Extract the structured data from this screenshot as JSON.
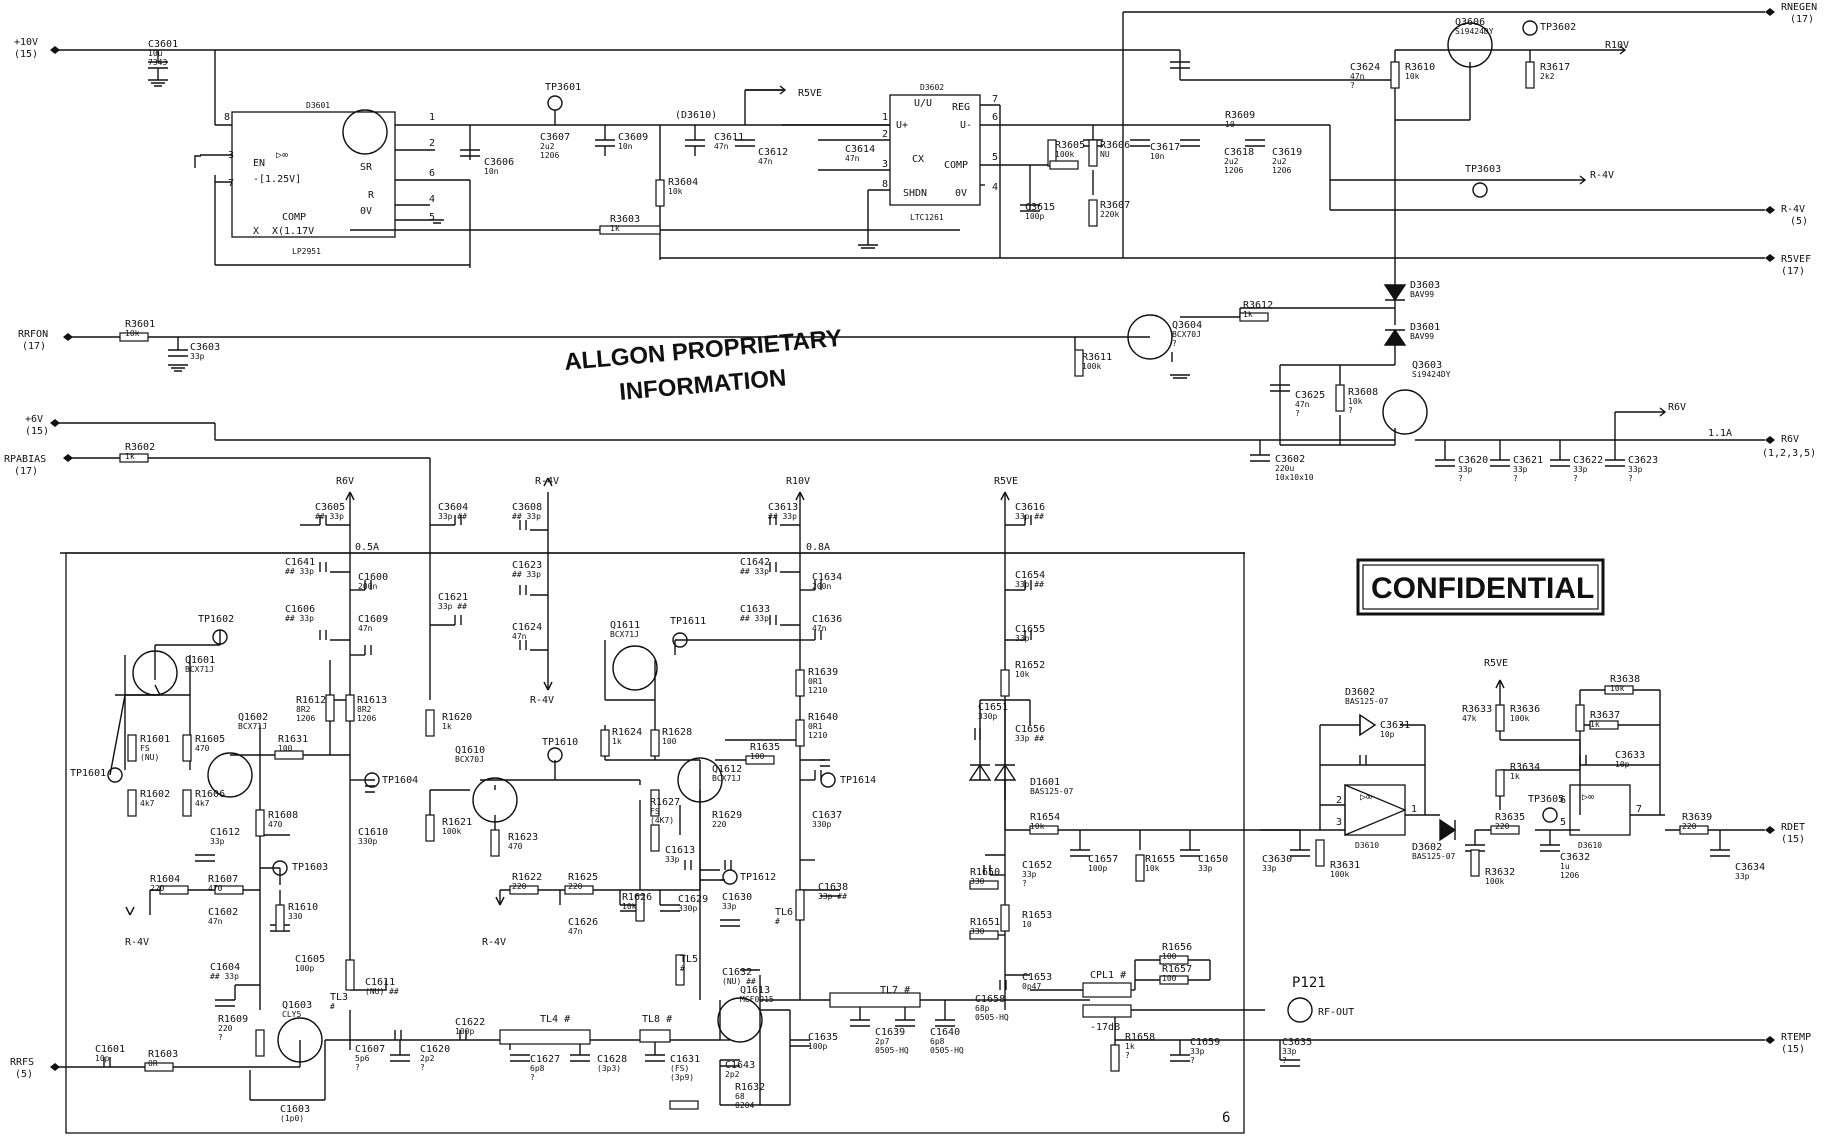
{
  "watermark": {
    "line1": "ALLGON PROPRIETARY",
    "line2": "INFORMATION",
    "confidential": "CONFIDENTIAL"
  },
  "ports": {
    "p10v": "+10V",
    "p10v_ref": "(15)",
    "rrfon": "RRFON",
    "rrfon_ref": "(17)",
    "p6v": "+6V",
    "p6v_ref": "(15)",
    "rpabias": "RPABIAS",
    "rpabias_ref": "(17)",
    "rrfs": "RRFS",
    "rrfs_ref": "(5)",
    "rnegen": "RNEGEN",
    "rnegen_ref": "(17)",
    "rm4v": "R-4V",
    "rm4v_ref": "(5)",
    "r5vef": "R5VEF",
    "r5vef_ref": "(17)",
    "r6v": "R6V",
    "r6v_ref": "(1,2,3,5)",
    "rdet": "RDET",
    "rdet_ref": "(15)",
    "rtemp": "RTEMP",
    "rtemp_ref": "(15)",
    "rf_out": "RF-OUT",
    "p121": "P121"
  },
  "nets": {
    "r10v": "R10V",
    "r4v": "R-4V",
    "r5ve": "R5VE",
    "r6v": "R6V",
    "r6v_rail": "R6V",
    "r10v_rail": "R10V",
    "r5ve_rail": "R5VE",
    "r4v_rail": "R-4V",
    "r4v_rail_b": "R-4V",
    "r4v_q1601": "R-4V",
    "r4v_q1610": "R-4V",
    "r5ve_det": "R5VE",
    "i_6v": "1.1A",
    "i_a": "0.5A",
    "i_b": "0.8A",
    "d3610": "(D3610)"
  },
  "ics": {
    "d3601": {
      "ref": "D3601",
      "en": "EN",
      "vref": "-[1.25V]",
      "comp": "COMP",
      "x": "X",
      "xv": "X(1.17V",
      "part": "LP2951",
      "amp": "▷∞",
      "sr": "SR",
      "r": "R",
      "ov": "0V"
    },
    "d3602": {
      "ref": "D3602",
      "uu": "U/U",
      "reg": "REG",
      "up": "U+",
      "um": "U-",
      "cx": "CX",
      "comp": "COMP",
      "shdn": "SHDN",
      "ov": "0V",
      "part": "LTC1261"
    },
    "d3610": {
      "ref": "D3610",
      "amp": "▷∞"
    },
    "d3610b": {
      "ref": "D3610",
      "amp": "▷∞"
    }
  },
  "pins": {
    "p8": "8",
    "p1": "1",
    "p2": "2",
    "p6": "6",
    "p4": "4",
    "p5": "5",
    "p3": "3",
    "p7": "7",
    "q1": "1",
    "q2": "2",
    "q3": "3",
    "q4": "4",
    "q5": "5",
    "q6": "6",
    "q7": "7",
    "q8": "8",
    "opa3": "3",
    "opa2": "2",
    "opa1": "1",
    "opb5": "5",
    "opb6": "6",
    "opb7": "7"
  },
  "parts": {
    "c3601": [
      "C3601",
      "10u",
      "7343"
    ],
    "c3607": [
      "C3607",
      "2u2",
      "1206"
    ],
    "c3609": [
      "C3609",
      "10n"
    ],
    "c3611": [
      "C3611",
      "47n"
    ],
    "c3612": [
      "C3612",
      "47n"
    ],
    "c3614": [
      "C3614",
      "47n"
    ],
    "c3606": [
      "C3606",
      "10n"
    ],
    "r3604": [
      "R3604",
      "10k"
    ],
    "r3603": [
      "R3603",
      "1k"
    ],
    "r3605": [
      "R3605",
      "100k"
    ],
    "r3606": [
      "R3606",
      "NU"
    ],
    "c3615": [
      "C3615",
      "100p"
    ],
    "r3607": [
      "R3607",
      "220k"
    ],
    "c3617": [
      "C3617",
      "10n"
    ],
    "r3609": [
      "R3609",
      "10"
    ],
    "c3618": [
      "C3618",
      "2u2",
      "1206"
    ],
    "c3619": [
      "C3619",
      "2u2",
      "1206"
    ],
    "c3624": [
      "C3624",
      "47n",
      "?"
    ],
    "r3610": [
      "R3610",
      "10k"
    ],
    "q3606": [
      "Q3606",
      "Si9424DY"
    ],
    "tp3602": [
      "TP3602"
    ],
    "r3617": [
      "R3617",
      "2k2"
    ],
    "tp3603": [
      "TP3603"
    ],
    "tp3601": [
      "TP3601"
    ],
    "d3603": [
      "D3603",
      "BAV99"
    ],
    "d3601": [
      "D3601",
      "BAV99"
    ],
    "r3612": [
      "R3612",
      "1k"
    ],
    "q3604": [
      "Q3604",
      "BCX70J",
      "?"
    ],
    "r3611": [
      "R3611",
      "100k"
    ],
    "q3603": [
      "Q3603",
      "Si9424DY"
    ],
    "c3625": [
      "C3625",
      "47n",
      "?"
    ],
    "r3608": [
      "R3608",
      "10k",
      "?"
    ],
    "c3602": [
      "C3602",
      "220u",
      "10x10x10"
    ],
    "c3620": [
      "C3620",
      "33p",
      "?"
    ],
    "c3621": [
      "C3621",
      "33p",
      "?"
    ],
    "c3622": [
      "C3622",
      "33p",
      "?"
    ],
    "c3623": [
      "C3623",
      "33p",
      "?"
    ],
    "r3601": [
      "R3601",
      "10k"
    ],
    "c3603": [
      "C3603",
      "33p"
    ],
    "r3602": [
      "R3602",
      "1k"
    ],
    "c3605": [
      "C3605",
      "## 33p"
    ],
    "c3604": [
      "C3604",
      "33p ##"
    ],
    "c3608": [
      "C3608",
      "## 33p"
    ],
    "c3613": [
      "C3613",
      "## 33p"
    ],
    "c3616": [
      "C3616",
      "33p ##"
    ],
    "c1641": [
      "C1641",
      "## 33p"
    ],
    "c1600": [
      "C1600",
      "200n"
    ],
    "c1606": [
      "C1606",
      "## 33p"
    ],
    "c1609": [
      "C1609",
      "47n"
    ],
    "c1621": [
      "C1621",
      "33p ##"
    ],
    "c1623": [
      "C1623",
      "## 33p"
    ],
    "c1624": [
      "C1624",
      "47n"
    ],
    "c1642": [
      "C1642",
      "## 33p"
    ],
    "c1634": [
      "C1634",
      "200n"
    ],
    "c1633": [
      "C1633",
      "## 33p"
    ],
    "c1636": [
      "C1636",
      "47n"
    ],
    "c1654": [
      "C1654",
      "33p ##"
    ],
    "c1655": [
      "C1655",
      "33p"
    ],
    "tp1602": [
      "TP1602"
    ],
    "q1601": [
      "Q1601",
      "BCX71J"
    ],
    "q1602": [
      "Q1602",
      "BCX71J"
    ],
    "r1601": [
      "R1601",
      "FS",
      "(NU)"
    ],
    "r1605": [
      "R1605",
      "470"
    ],
    "r1631": [
      "R1631",
      "100"
    ],
    "r1612": [
      "R1612",
      "8R2",
      "1206"
    ],
    "r1613": [
      "R1613",
      "8R2",
      "1206"
    ],
    "tp1601": [
      "TP1601"
    ],
    "r1602": [
      "R1602",
      "4k7"
    ],
    "r1606": [
      "R1606",
      "4k7"
    ],
    "r1608": [
      "R1608",
      "470"
    ],
    "tp1604": [
      "TP1604"
    ],
    "c1612": [
      "C1612",
      "33p"
    ],
    "c1610": [
      "C1610",
      "330p"
    ],
    "tp1603": [
      "TP1603"
    ],
    "r1604": [
      "R1604",
      "220"
    ],
    "r1607": [
      "R1607",
      "470"
    ],
    "c1602": [
      "C1602",
      "47n"
    ],
    "r1610": [
      "R1610",
      "330"
    ],
    "c1605": [
      "C1605",
      "100p"
    ],
    "c1604": [
      "C1604",
      "## 33p"
    ],
    "c1611": [
      "C1611",
      "(NU) ##"
    ],
    "tl3": [
      "TL3",
      "#"
    ],
    "r1609": [
      "R1609",
      "220",
      "?"
    ],
    "q1603": [
      "Q1603",
      "CLY5"
    ],
    "c1607": [
      "C1607",
      "5p6",
      "?"
    ],
    "c1620": [
      "C1620",
      "2p2",
      "?"
    ],
    "c1622": [
      "C1622",
      "100p"
    ],
    "c1601": [
      "C1601",
      "10p"
    ],
    "r1603": [
      "R1603",
      "0R"
    ],
    "c1603": [
      "C1603",
      "(1p0)"
    ],
    "tl4": [
      "TL4 #"
    ],
    "c1627": [
      "C1627",
      "6p8",
      "?"
    ],
    "c1628": [
      "C1628",
      "(3p3)"
    ],
    "tl8": [
      "TL8 #"
    ],
    "c1631": [
      "C1631",
      "(FS)",
      "(3p9)"
    ],
    "r1620": [
      "R1620",
      "1k"
    ],
    "tp1610": [
      "TP1610"
    ],
    "q1610": [
      "Q1610",
      "BCX70J"
    ],
    "r1621": [
      "R1621",
      "100k"
    ],
    "r1623": [
      "R1623",
      "470"
    ],
    "r1622": [
      "R1622",
      "220"
    ],
    "r1625": [
      "R1625",
      "220"
    ],
    "c1626": [
      "C1626",
      "47n"
    ],
    "tp1611": [
      "TP1611"
    ],
    "q1611": [
      "Q1611",
      "BCX71J"
    ],
    "r1624": [
      "R1624",
      "1k"
    ],
    "r1628": [
      "R1628",
      "100"
    ],
    "r1627": [
      "R1627",
      "FS",
      "(4K7)"
    ],
    "q1612": [
      "Q1612",
      "BCX71J"
    ],
    "r1635": [
      "R1635",
      "100"
    ],
    "r1639": [
      "R1639",
      "0R1",
      "1210"
    ],
    "r1640": [
      "R1640",
      "0R1",
      "1210"
    ],
    "tp1614": [
      "TP1614"
    ],
    "r1629": [
      "R1629",
      "220"
    ],
    "c1613": [
      "C1613",
      "33p"
    ],
    "tp1612": [
      "TP1612"
    ],
    "r1626": [
      "R1626",
      "10k"
    ],
    "c1629": [
      "C1629",
      "330p"
    ],
    "c1630": [
      "C1630",
      "33p"
    ],
    "c1637": [
      "C1637",
      "330p"
    ],
    "c1638": [
      "C1638",
      "33p ##"
    ],
    "tl6": [
      "TL6",
      "#"
    ],
    "tl5": [
      "TL5",
      "#"
    ],
    "c1632": [
      "C1632",
      "(NU) ##"
    ],
    "q1613": [
      "Q1613",
      "MGF0915"
    ],
    "c1643": [
      "C1643",
      "2p2"
    ],
    "r1632": [
      "R1632",
      "68",
      "0204"
    ],
    "c1635": [
      "C1635",
      "100p"
    ],
    "tl7": [
      "TL7 #"
    ],
    "c1639": [
      "C1639",
      "2p7",
      "0505-HQ"
    ],
    "c1640": [
      "C1640",
      "6p8",
      "0505-HQ"
    ],
    "c1658": [
      "C1658",
      "68p",
      "0505-HQ"
    ],
    "r1652": [
      "R1652",
      "10k"
    ],
    "c1651": [
      "C1651",
      "330p"
    ],
    "c1656": [
      "C1656",
      "33p ##"
    ],
    "d1601": [
      "D1601",
      "BAS125-07"
    ],
    "r1654": [
      "R1654",
      "10k"
    ],
    "c1657": [
      "C1657",
      "100p"
    ],
    "r1655": [
      "R1655",
      "10k"
    ],
    "c1650": [
      "C1650",
      "33p"
    ],
    "c1652": [
      "C1652",
      "33p",
      "?"
    ],
    "r1650": [
      "R1650",
      "330"
    ],
    "r1653": [
      "R1653",
      "10"
    ],
    "r1651": [
      "R1651",
      "330"
    ],
    "c1653": [
      "C1653",
      "0p47"
    ],
    "cpl1": [
      "CPL1 #"
    ],
    "db17": [
      "-17dB"
    ],
    "r1656": [
      "R1656",
      "100"
    ],
    "r1657": [
      "R1657",
      "100"
    ],
    "r1658": [
      "R1658",
      "1k",
      "?"
    ],
    "c1659": [
      "C1659",
      "33p",
      "?"
    ],
    "c3630": [
      "C3630",
      "33p"
    ],
    "d3602a": [
      "D3602",
      "BAS125-07"
    ],
    "c3631": [
      "C3631",
      "10p"
    ],
    "r3631": [
      "R3631",
      "100k"
    ],
    "d3602b": [
      "D3602",
      "BAS125-07"
    ],
    "r3633": [
      "R3633",
      "47k"
    ],
    "r3636": [
      "R3636",
      "100k"
    ],
    "r3634": [
      "R3634",
      "1k"
    ],
    "r3637": [
      "R3637",
      "1k"
    ],
    "r3638": [
      "R3638",
      "10k"
    ],
    "c3633": [
      "C3633",
      "10p"
    ],
    "tp3605": [
      "TP3605"
    ],
    "r3635": [
      "R3635",
      "220"
    ],
    "r3632": [
      "R3632",
      "100k"
    ],
    "c3632": [
      "C3632",
      "1u",
      "1206"
    ],
    "r3639": [
      "R3639",
      "220"
    ],
    "c3634": [
      "C3634",
      "33p"
    ],
    "c3635": [
      "C3635",
      "33p",
      "?"
    ],
    "sheet": [
      "6"
    ]
  }
}
